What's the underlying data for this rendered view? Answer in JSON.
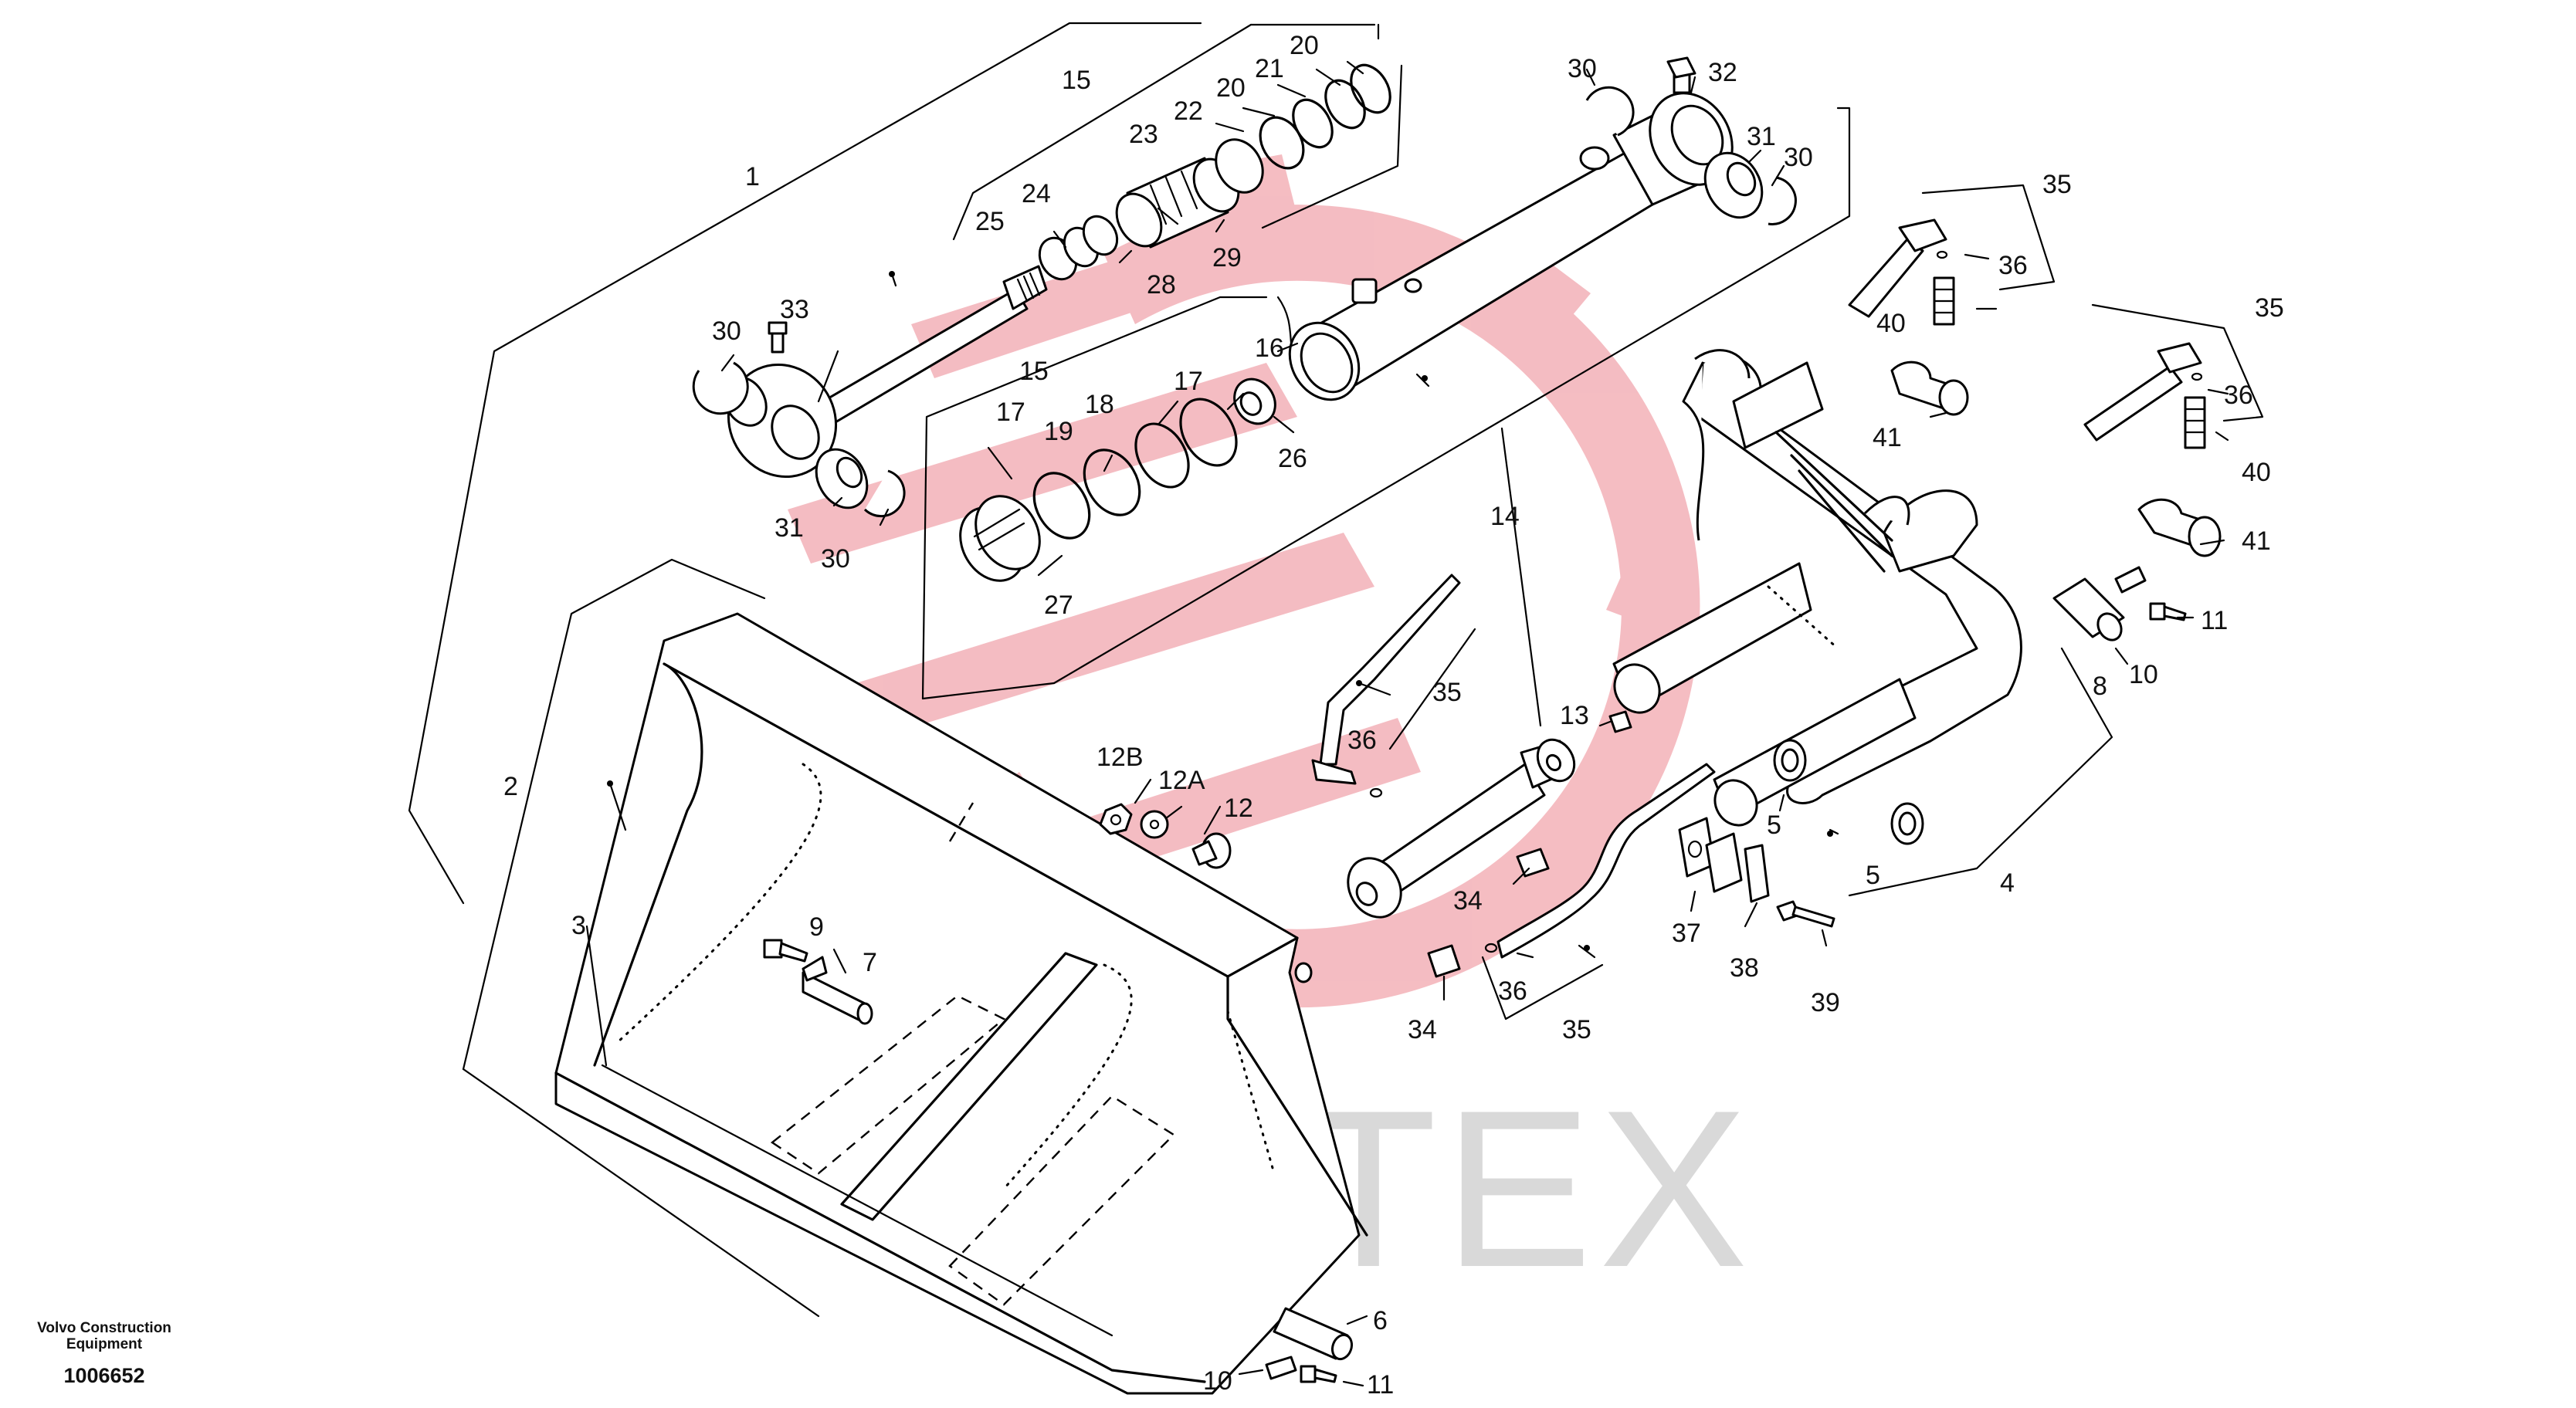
{
  "drawing": {
    "brand": "Volvo Construction Equipment",
    "brand_line1": "Volvo Construction",
    "brand_line2": "Equipment",
    "number": "1006652"
  },
  "watermark": {
    "text": "ИНТЕХ",
    "color": "#f4b9bf"
  },
  "callouts": {
    "c1": "1",
    "c2": "2",
    "c3": "3",
    "c4": "4",
    "c5a": "5",
    "c5b": "5",
    "c6": "6",
    "c7": "7",
    "c8": "8",
    "c9": "9",
    "c10a": "10",
    "c10b": "10",
    "c11a": "11",
    "c11b": "11",
    "c12": "12",
    "c12a": "12A",
    "c12b": "12B",
    "c13": "13",
    "c14": "14",
    "c15a": "15",
    "c15b": "15",
    "c16": "16",
    "c17a": "17",
    "c17b": "17",
    "c18": "18",
    "c19": "19",
    "c20a": "20",
    "c20b": "20",
    "c21": "21",
    "c22": "22",
    "c23": "23",
    "c24": "24",
    "c25": "25",
    "c26": "26",
    "c27": "27",
    "c28": "28",
    "c29": "29",
    "c30a": "30",
    "c30b": "30",
    "c30c": "30",
    "c30d": "30",
    "c31a": "31",
    "c31b": "31",
    "c32": "32",
    "c33": "33",
    "c34a": "34",
    "c34b": "34",
    "c35a": "35",
    "c35b": "35",
    "c35c": "35",
    "c35d": "35",
    "c36a": "36",
    "c36b": "36",
    "c36c": "36",
    "c36d": "36",
    "c37": "37",
    "c38": "38",
    "c39": "39",
    "c40a": "40",
    "c40b": "40",
    "c41a": "41",
    "c41b": "41"
  }
}
